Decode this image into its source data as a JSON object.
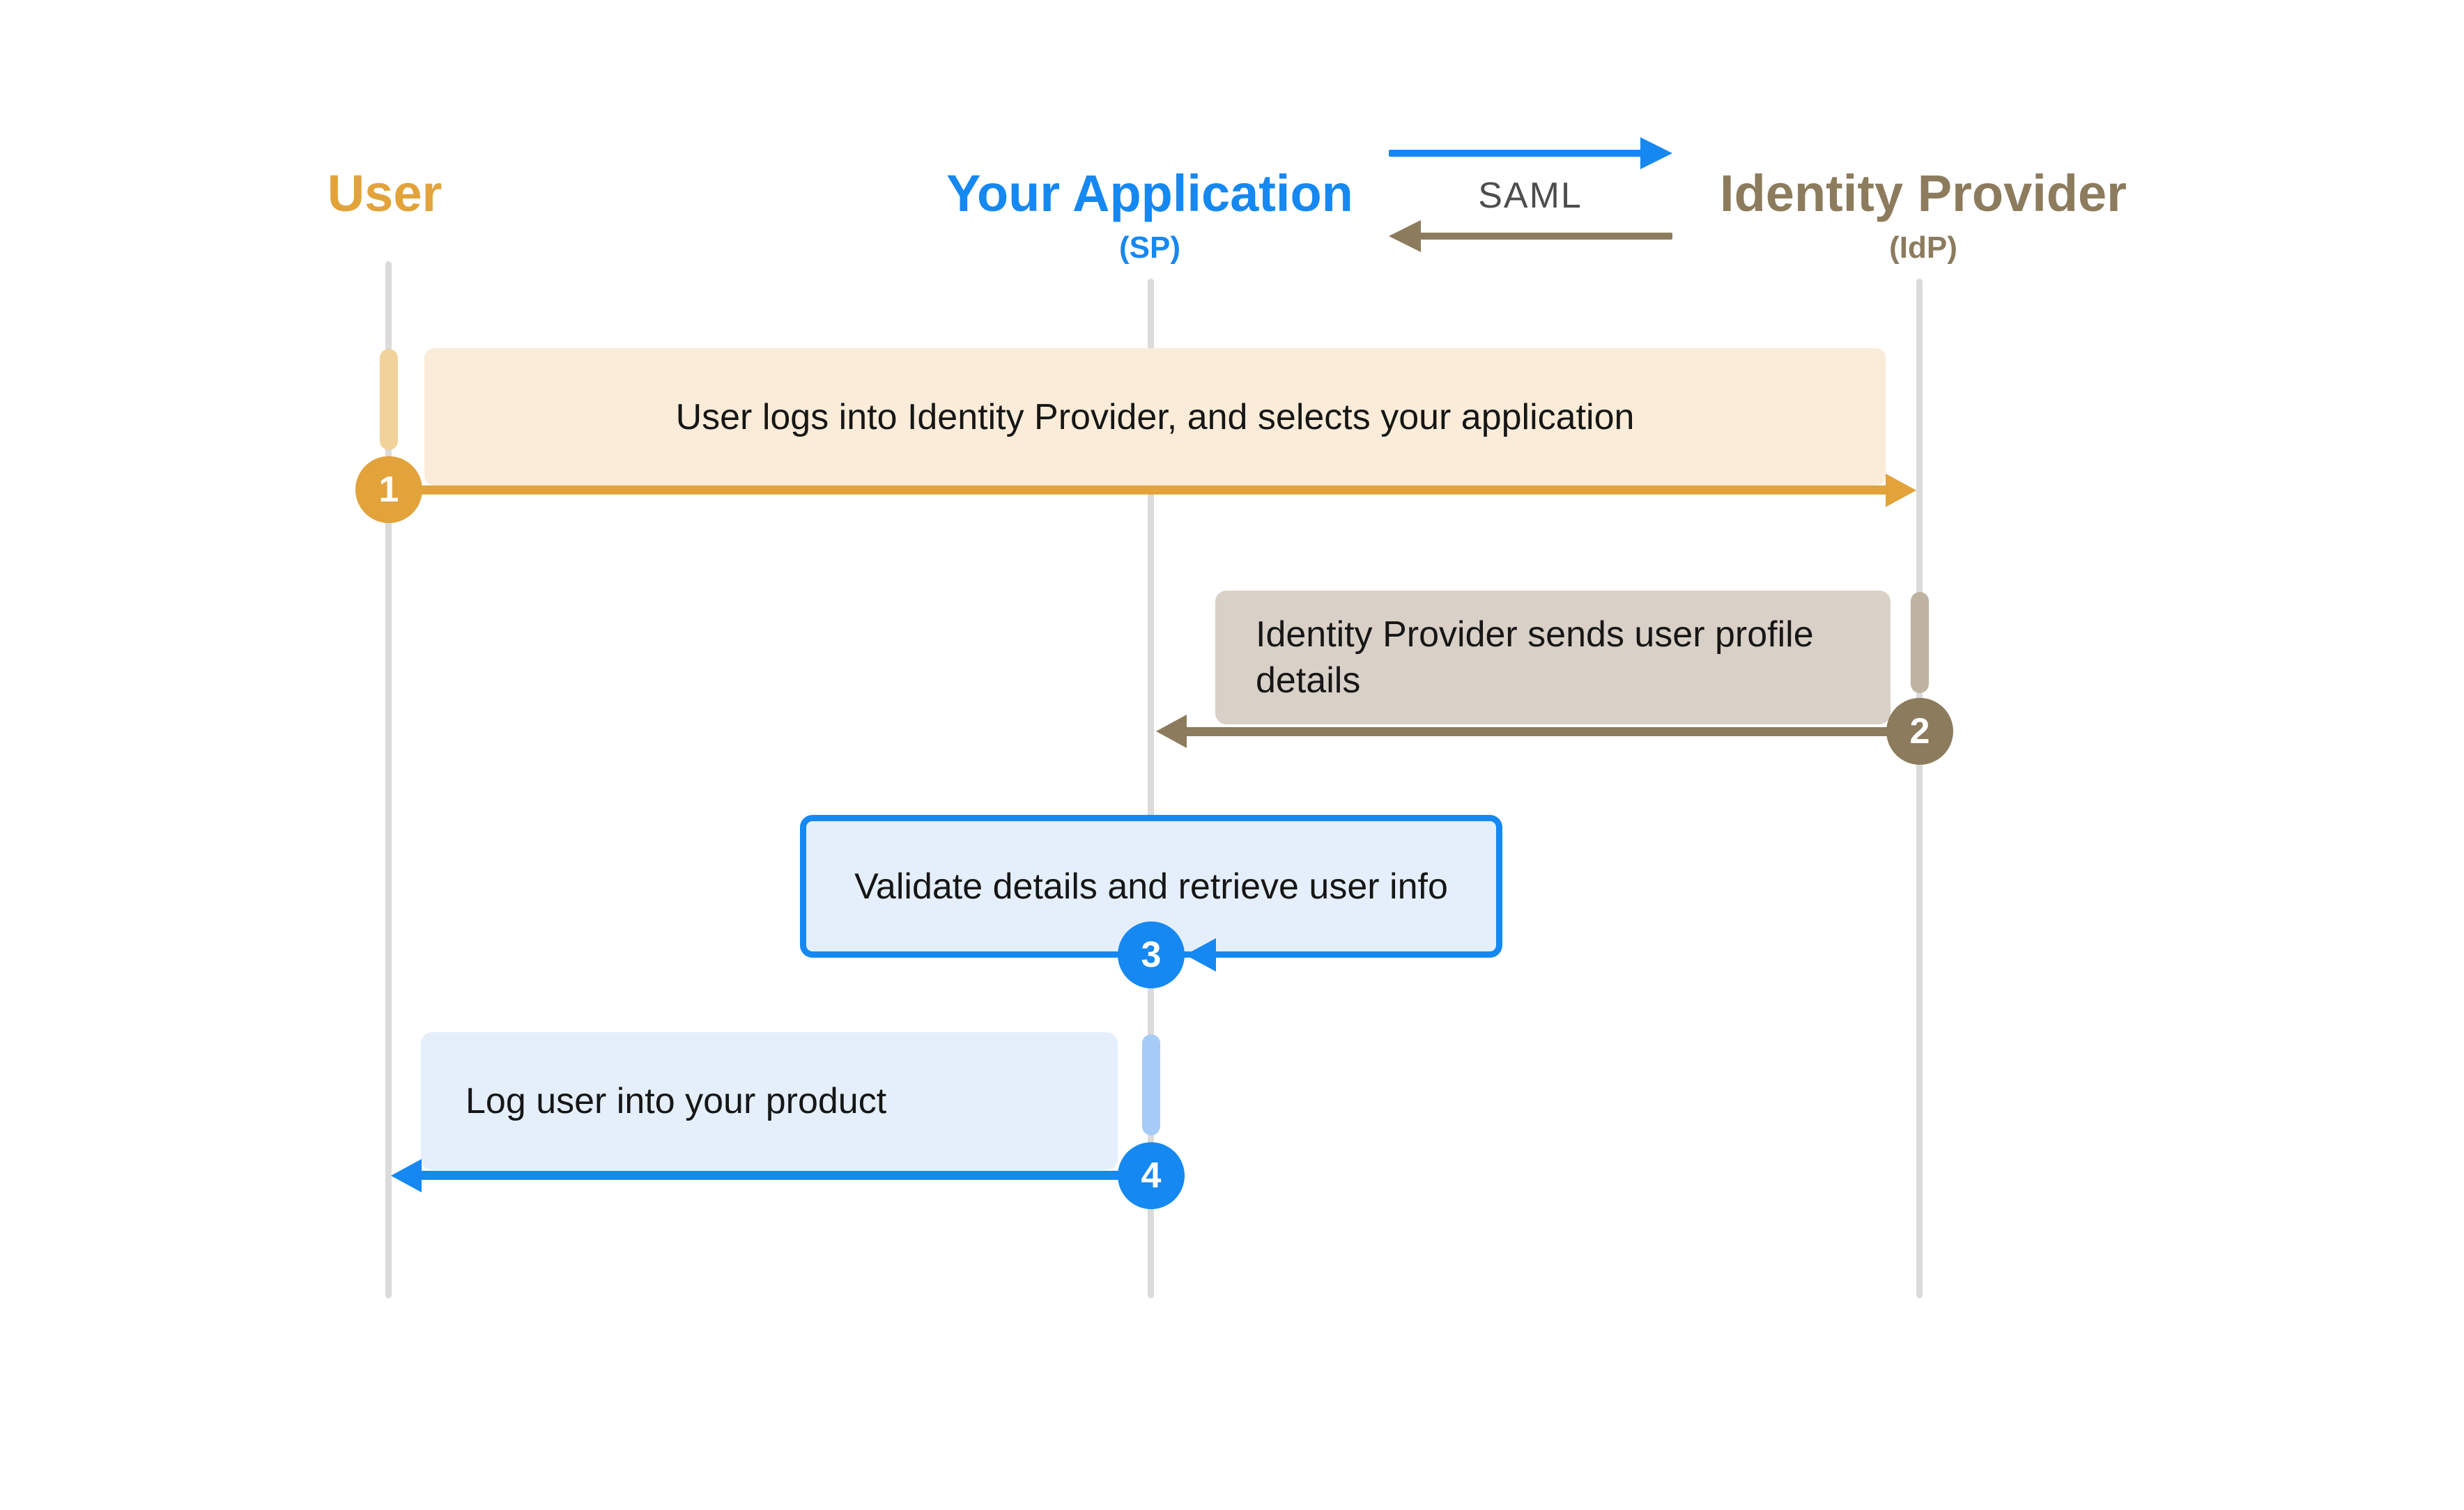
{
  "diagram": {
    "actors": [
      {
        "id": "user",
        "name": "User",
        "subtitle": ""
      },
      {
        "id": "app",
        "name": "Your Application",
        "subtitle": "(SP)"
      },
      {
        "id": "idp",
        "name": "Identity Provider",
        "subtitle": "(IdP)"
      }
    ],
    "legend": {
      "label": "SAML"
    },
    "steps": [
      {
        "num": "1",
        "text": "User logs into Identity Provider, and selects your application",
        "from": "user",
        "to": "idp"
      },
      {
        "num": "2",
        "text": "Identity Provider sends user profile details",
        "from": "idp",
        "to": "app"
      },
      {
        "num": "3",
        "text": "Validate details and retrieve user info",
        "from": "app",
        "to": "app"
      },
      {
        "num": "4",
        "text": "Log user into your product",
        "from": "app",
        "to": "user"
      }
    ],
    "colors": {
      "user_accent": "#E2A33B",
      "user_activation": "#F1D29B",
      "user_box_fill": "#FAECD8",
      "idp_accent": "#8C7B5D",
      "idp_activation": "#BEB2A0",
      "idp_box_fill": "#D9D0C7",
      "app_accent": "#1588F2",
      "app_activation": "#A4CCF6",
      "app_box_fill": "#E4EFFB",
      "lifeline": "#DBDBDB",
      "saml_label": "#4D4D4D",
      "message_text": "#161616"
    }
  }
}
